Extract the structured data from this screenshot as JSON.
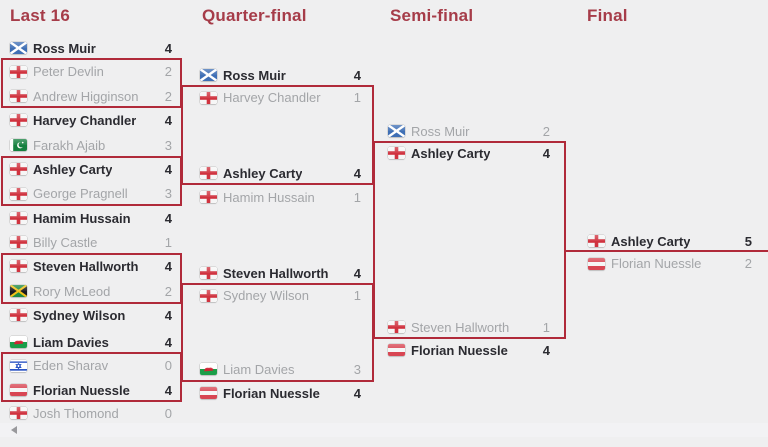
{
  "colors": {
    "background": "#efeff0",
    "accent_header": "#a63c49",
    "bracket_line": "#b02a3a",
    "winner_text": "#2b2b31",
    "loser_text": "#a3a5a8"
  },
  "rounds": [
    {
      "label": "Last 16",
      "players": [
        {
          "name": "Ross Muir",
          "flag": "scotland",
          "score": "4",
          "winner": true
        },
        {
          "name": "Peter Devlin",
          "flag": "england",
          "score": "2",
          "winner": false
        },
        {
          "name": "Andrew Higginson",
          "flag": "england",
          "score": "2",
          "winner": false
        },
        {
          "name": "Harvey Chandler",
          "flag": "england",
          "score": "4",
          "winner": true
        },
        {
          "name": "Farakh Ajaib",
          "flag": "pakistan",
          "score": "3",
          "winner": false
        },
        {
          "name": "Ashley Carty",
          "flag": "england",
          "score": "4",
          "winner": true
        },
        {
          "name": "George Pragnell",
          "flag": "england",
          "score": "3",
          "winner": false
        },
        {
          "name": "Hamim Hussain",
          "flag": "england",
          "score": "4",
          "winner": true
        },
        {
          "name": "Billy Castle",
          "flag": "england",
          "score": "1",
          "winner": false
        },
        {
          "name": "Steven Hallworth",
          "flag": "england",
          "score": "4",
          "winner": true
        },
        {
          "name": "Rory McLeod",
          "flag": "jamaica",
          "score": "2",
          "winner": false
        },
        {
          "name": "Sydney Wilson",
          "flag": "england",
          "score": "4",
          "winner": true
        },
        {
          "name": "Liam Davies",
          "flag": "wales",
          "score": "4",
          "winner": true
        },
        {
          "name": "Eden Sharav",
          "flag": "israel",
          "score": "0",
          "winner": false
        },
        {
          "name": "Florian Nuessle",
          "flag": "austria",
          "score": "4",
          "winner": true
        },
        {
          "name": "Josh Thomond",
          "flag": "england",
          "score": "0",
          "winner": false
        }
      ]
    },
    {
      "label": "Quarter-final",
      "players": [
        {
          "name": "Ross Muir",
          "flag": "scotland",
          "score": "4",
          "winner": true
        },
        {
          "name": "Harvey Chandler",
          "flag": "england",
          "score": "1",
          "winner": false
        },
        {
          "name": "Ashley Carty",
          "flag": "england",
          "score": "4",
          "winner": true
        },
        {
          "name": "Hamim Hussain",
          "flag": "england",
          "score": "1",
          "winner": false
        },
        {
          "name": "Steven Hallworth",
          "flag": "england",
          "score": "4",
          "winner": true
        },
        {
          "name": "Sydney Wilson",
          "flag": "england",
          "score": "1",
          "winner": false
        },
        {
          "name": "Liam Davies",
          "flag": "wales",
          "score": "3",
          "winner": false
        },
        {
          "name": "Florian Nuessle",
          "flag": "austria",
          "score": "4",
          "winner": true
        }
      ]
    },
    {
      "label": "Semi-final",
      "players": [
        {
          "name": "Ross Muir",
          "flag": "scotland",
          "score": "2",
          "winner": false
        },
        {
          "name": "Ashley Carty",
          "flag": "england",
          "score": "4",
          "winner": true
        },
        {
          "name": "Steven Hallworth",
          "flag": "england",
          "score": "1",
          "winner": false
        },
        {
          "name": "Florian Nuessle",
          "flag": "austria",
          "score": "4",
          "winner": true
        }
      ]
    },
    {
      "label": "Final",
      "players": [
        {
          "name": "Ashley Carty",
          "flag": "england",
          "score": "5",
          "winner": true
        },
        {
          "name": "Florian Nuessle",
          "flag": "austria",
          "score": "2",
          "winner": false
        }
      ]
    }
  ]
}
